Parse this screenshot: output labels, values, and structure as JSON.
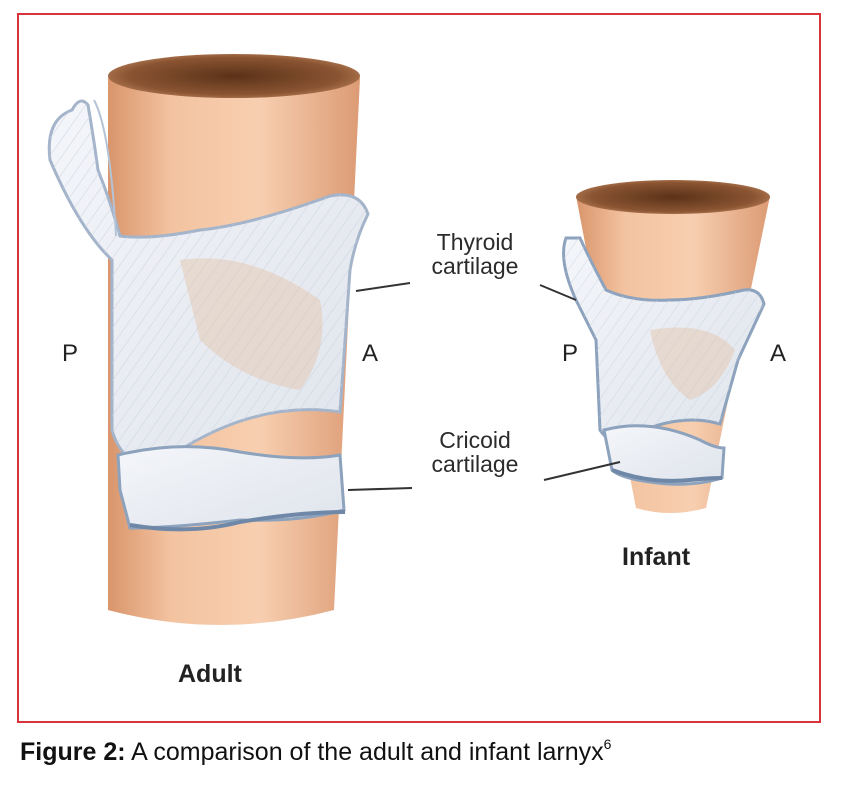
{
  "labels": {
    "thyroid_line1": "Thyroid",
    "thyroid_line2": "cartilage",
    "cricoid_line1": "Cricoid",
    "cricoid_line2": "cartilage",
    "adult_posterior": "P",
    "adult_anterior": "A",
    "infant_posterior": "P",
    "infant_anterior": "A",
    "adult": "Adult",
    "infant": "Infant"
  },
  "caption": {
    "prefix": "Figure 2:",
    "text": " A comparison of the adult and infant larnyx",
    "reference": "6"
  },
  "colors": {
    "frame": "#d9343b",
    "trachea": "#f0b894",
    "trachea_shade": "#d89770",
    "cartilage": "#eef1f6",
    "cartilage_edge": "#8da2bd",
    "lumen": "#7a4a2a"
  }
}
